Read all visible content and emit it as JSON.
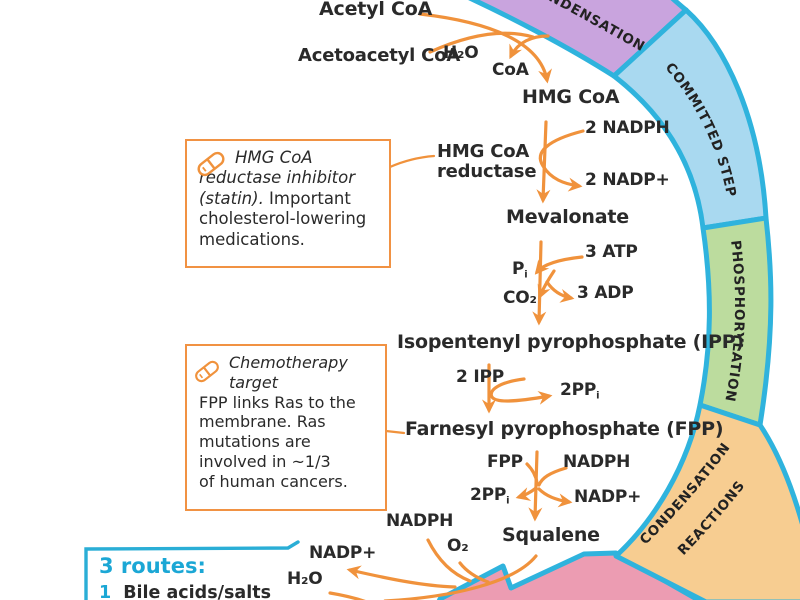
{
  "colors": {
    "band_border": "#2fb3dd",
    "segment_condensation": "#c9a4de",
    "segment_committed": "#a9d9f0",
    "segment_phosphorylation": "#bcdc9e",
    "segment_condensation_reactions": "#f7cd91",
    "segment_next": "#ec9cb2",
    "arrow_orange": "#f0923c",
    "routes_accent": "#1ba7d5",
    "note_border": "#f19243"
  },
  "arc": {
    "condensation": "CONDENSATION",
    "committed_step": "COMMITTED STEP",
    "phosphorylation": "PHOSPHORYLATION",
    "condensation_reactions_line1": "CONDENSATION",
    "condensation_reactions_line2": "REACTIONS"
  },
  "pathway": {
    "acetyl_coa": "Acetyl CoA",
    "acetoacetyl_coa": "Acetoacetyl CoA",
    "h2o_in": "H₂O",
    "coa_out": "CoA",
    "hmg_coa": "HMG CoA",
    "nadph_2": "2 NADPH",
    "nadp_2": "2 NADP+",
    "enzyme_line1": "HMG CoA",
    "enzyme_line2": "reductase",
    "mevalonate": "Mevalonate",
    "atp_3": "3 ATP",
    "pi_base": "P",
    "pi_sub": "i",
    "co2": "CO₂",
    "adp_3": "3 ADP",
    "ipp": "Isopentenyl pyrophosphate (IPP)",
    "ipp_2": "2 IPP",
    "ppi_2a_base": "2PP",
    "ppi_2a_sub": "i",
    "fpp": "Farnesyl pyrophosphate (FPP)",
    "fpp_in": "FPP",
    "nadph_in": "NADPH",
    "ppi_2b_base": "2PP",
    "ppi_2b_sub": "i",
    "nadp_out": "NADP+",
    "squalene": "Squalene",
    "nadph_bottom": "NADPH",
    "o2_in": "O₂",
    "nadp_bottom": "NADP+",
    "h2o_out": "H₂O"
  },
  "statin_note": {
    "line1": "HMG CoA",
    "line2": "reductase inhibitor",
    "line3_italic": "(statin).",
    "line3_rest": " Important",
    "line4": "cholesterol-lowering",
    "line5": "medications."
  },
  "chemo_note": {
    "line1": "Chemotherapy",
    "line2": "target",
    "line3": "FPP links Ras to the",
    "line4": "membrane. Ras",
    "line5": "mutations are",
    "line6": "involved in ~1/3",
    "line7": "of human cancers."
  },
  "routes": {
    "title": "3 routes:",
    "item1_number": "1",
    "item1_text": "Bile acids/salts"
  }
}
